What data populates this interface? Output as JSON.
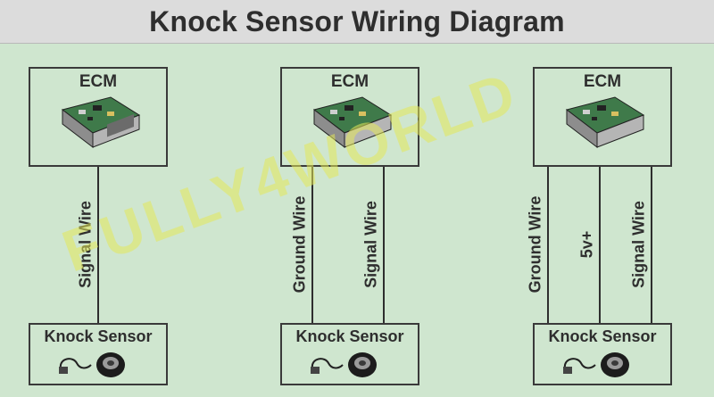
{
  "title": "Knock Sensor Wiring Diagram",
  "watermark": "FULLY4WORLD",
  "diagrams": [
    {
      "ecm_label": "ECM",
      "sensor_label": "Knock Sensor",
      "wires": [
        "Signal Wire"
      ]
    },
    {
      "ecm_label": "ECM",
      "sensor_label": "Knock Sensor",
      "wires": [
        "Ground Wire",
        "Signal Wire"
      ]
    },
    {
      "ecm_label": "ECM",
      "sensor_label": "Knock Sensor",
      "wires": [
        "Ground Wire",
        "5v+",
        "Signal Wire"
      ]
    }
  ],
  "colors": {
    "background": "#cfe6cf",
    "title_bar": "#dcdcdc",
    "line": "#2e2e2e",
    "ecm_board": "#3f7a4a",
    "sensor_body": "#1c1c1c"
  },
  "icons": [
    "ecm-module-icon",
    "knock-sensor-icon"
  ]
}
